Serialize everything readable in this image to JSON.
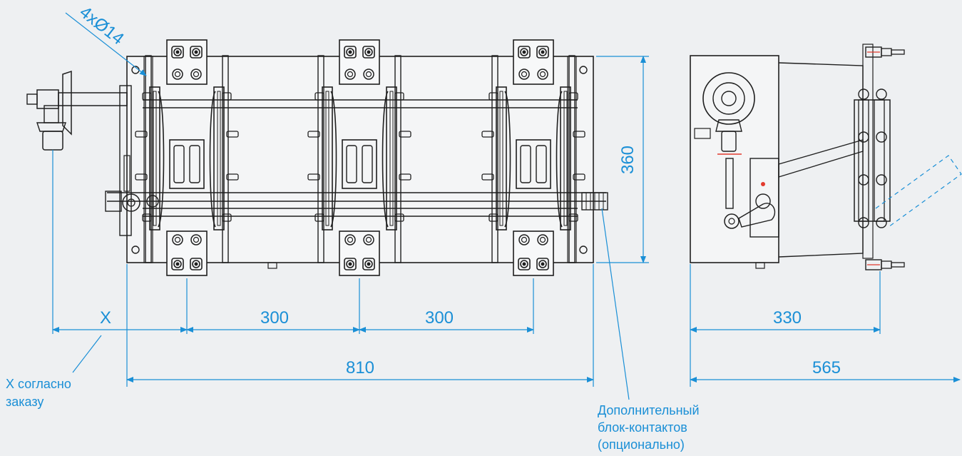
{
  "drawing": {
    "hole_callout": "4xØ14",
    "front_view": {
      "dim_x": "X",
      "dim_pitch_1": "300",
      "dim_pitch_2": "300",
      "dim_overall_width": "810",
      "dim_height": "360"
    },
    "side_view": {
      "dim_depth": "330",
      "dim_overall_depth": "565"
    },
    "notes": {
      "x_note_line1": "X согласно",
      "x_note_line2": "заказу",
      "aux_line1": "Дополнительный",
      "aux_line2": "блок-контактов",
      "aux_line3": "(опционально)"
    }
  },
  "colors": {
    "background": "#eef0f2",
    "dimension": "#1a8fd6",
    "outline": "#1f1f1f",
    "accent_red": "#e23b2e"
  }
}
